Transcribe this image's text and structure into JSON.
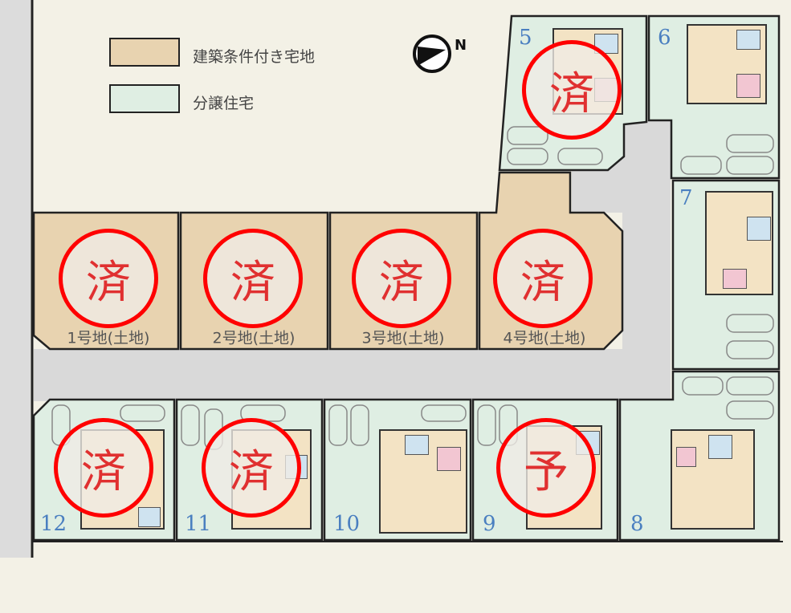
{
  "legend": [
    {
      "label": "建築条件付き宅地",
      "color": "#e8d3b0"
    },
    {
      "label": "分譲住宅",
      "color": "#dfeee3"
    }
  ],
  "compass": {
    "label": "N",
    "icon": "north-arrow-icon"
  },
  "colors": {
    "land_lot": "#e8d3b0",
    "house_lot": "#dfeee3",
    "road": "#d9d9d9",
    "stamp": "#ff0000",
    "lot_number": "#4a7fc0"
  },
  "land_lots": [
    {
      "name": "1号地(土地)",
      "stamp": "済"
    },
    {
      "name": "2号地(土地)",
      "stamp": "済"
    },
    {
      "name": "3号地(土地)",
      "stamp": "済"
    },
    {
      "name": "4号地(土地)",
      "stamp": "済"
    }
  ],
  "house_lots": [
    {
      "number": "5",
      "stamp": "済"
    },
    {
      "number": "6",
      "stamp": ""
    },
    {
      "number": "7",
      "stamp": ""
    },
    {
      "number": "8",
      "stamp": ""
    },
    {
      "number": "9",
      "stamp": "予"
    },
    {
      "number": "10",
      "stamp": ""
    },
    {
      "number": "11",
      "stamp": "済"
    },
    {
      "number": "12",
      "stamp": "済"
    }
  ]
}
